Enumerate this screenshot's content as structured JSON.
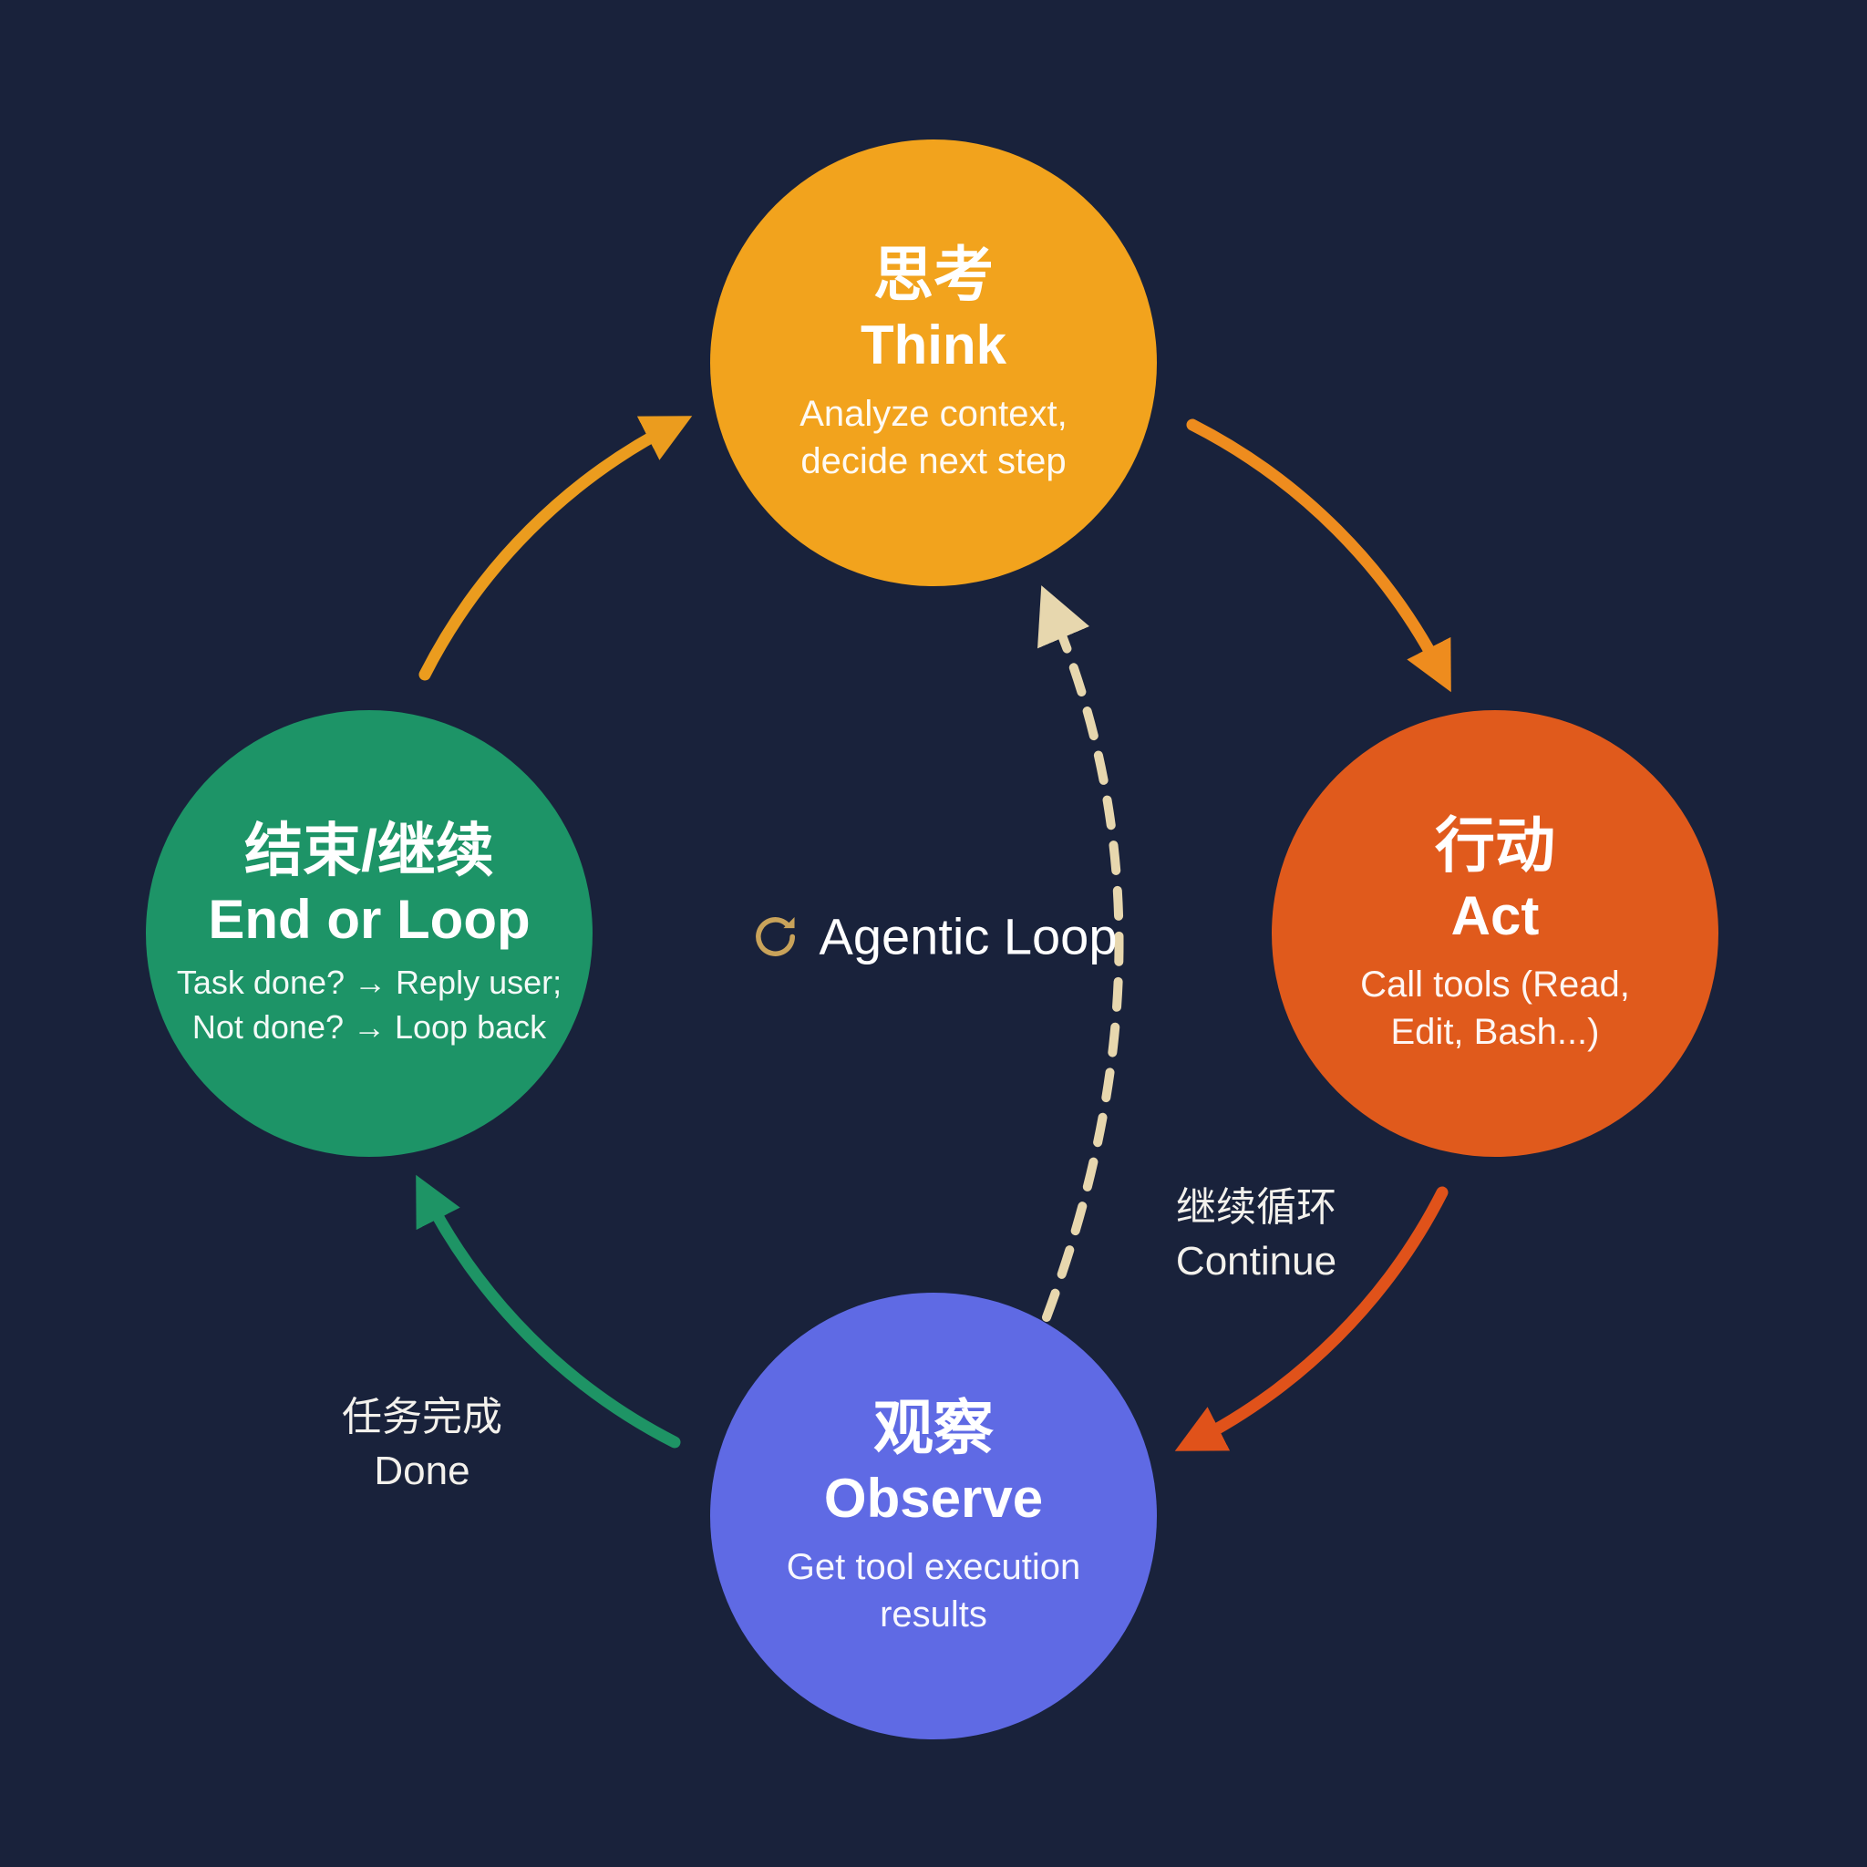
{
  "canvas": {
    "background": "#19223b"
  },
  "center": {
    "title": "Agentic Loop",
    "icon_color": "#c9a35a"
  },
  "nodes": {
    "think": {
      "zh": "思考",
      "en": "Think",
      "desc": "Analyze context, decide next step",
      "color": "#f2a31d"
    },
    "act": {
      "zh": "行动",
      "en": "Act",
      "desc": "Call tools (Read, Edit, Bash...)",
      "color": "#e05a1c"
    },
    "observe": {
      "zh": "观察",
      "en": "Observe",
      "desc": "Get tool execution results",
      "color": "#5f6ae4"
    },
    "end_or_loop": {
      "zh": "结束/继续",
      "en": "End or Loop",
      "desc_line1": "Task done? → Reply user;",
      "desc_line2": "Not done? → Loop back",
      "color": "#1d9467"
    }
  },
  "edges": {
    "loop_to_think": {
      "color": "#eb9c1e"
    },
    "think_to_act": {
      "color": "#ee8c1e"
    },
    "act_to_observe": {
      "color": "#e0521a"
    },
    "observe_to_done": {
      "color": "#1e9465"
    },
    "continue_back": {
      "color": "#e7d7ae",
      "zh": "继续循环",
      "en": "Continue"
    },
    "done_label": {
      "zh": "任务完成",
      "en": "Done"
    }
  }
}
